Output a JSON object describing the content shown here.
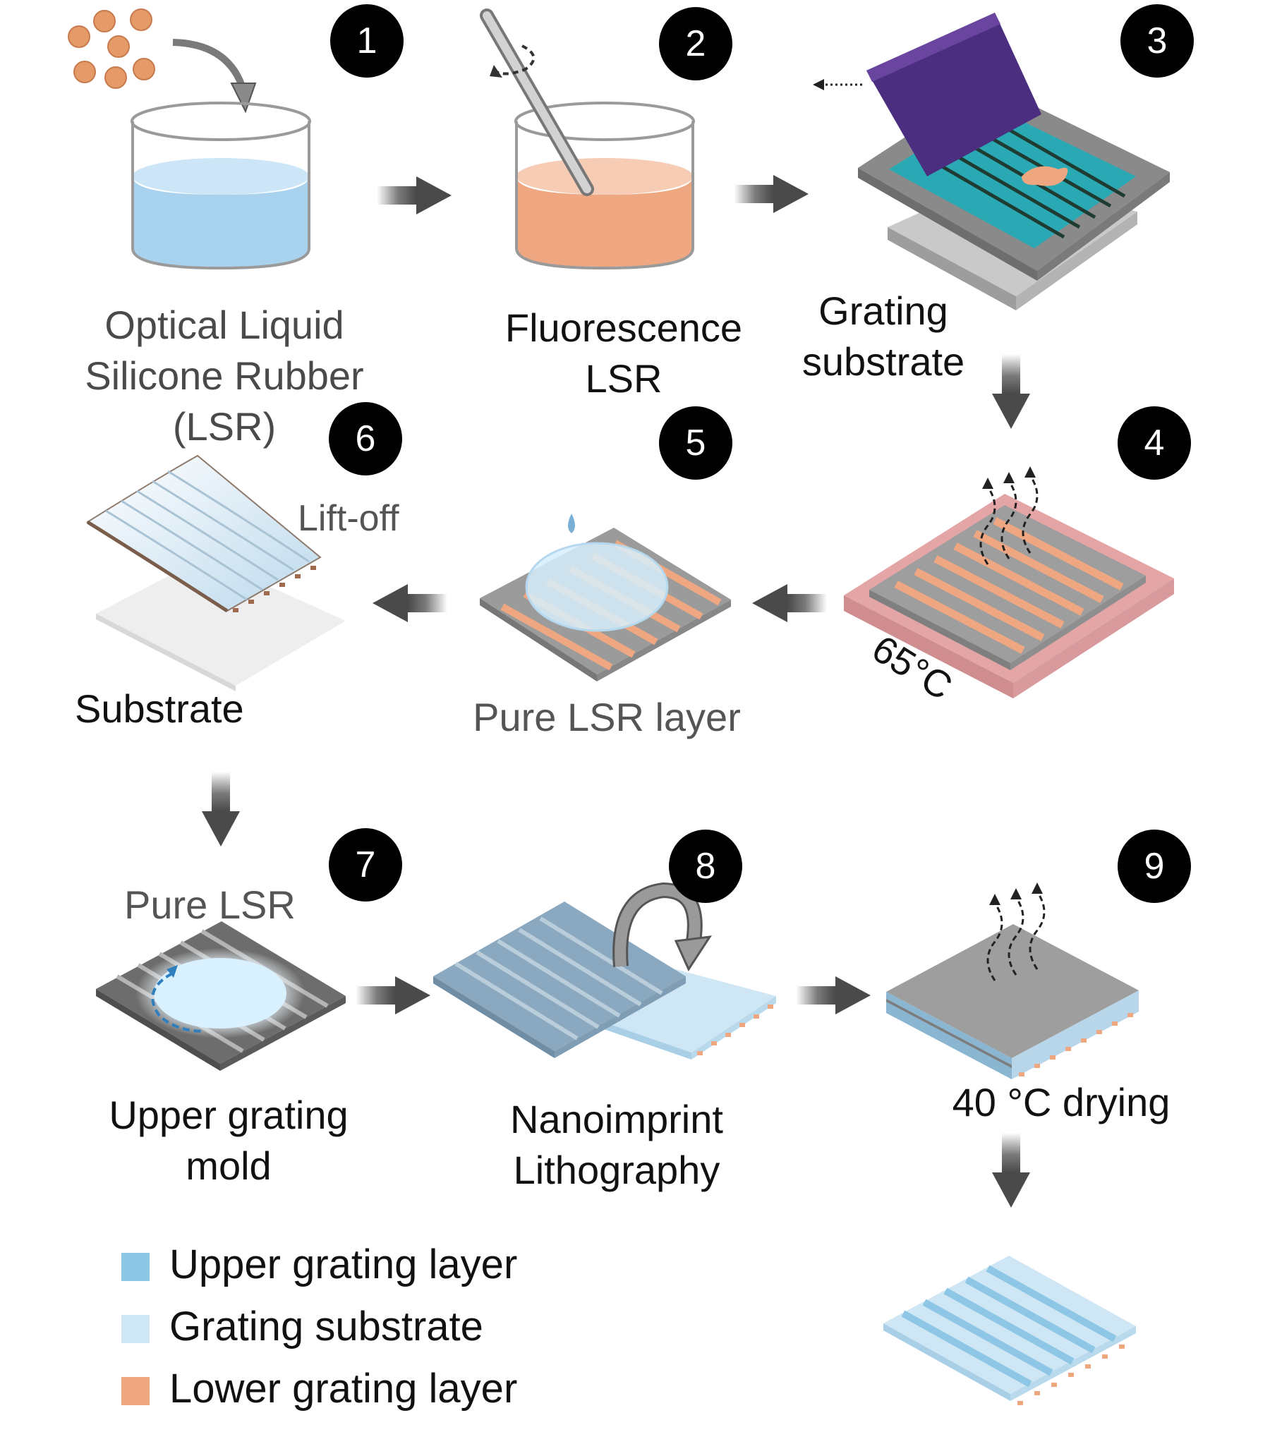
{
  "steps": [
    {
      "number": "1",
      "label_lines": [
        "Optical Liquid",
        "Silicone Rubber",
        "(LSR)"
      ]
    },
    {
      "number": "2",
      "label_lines": [
        "Fluorescence",
        "LSR"
      ]
    },
    {
      "number": "3",
      "label_lines": [
        "Grating",
        "substrate"
      ]
    },
    {
      "number": "4",
      "label_lines": [
        "65°C"
      ]
    },
    {
      "number": "5",
      "label_lines": [
        "Pure LSR layer"
      ]
    },
    {
      "number": "6",
      "label_lines": [
        "Lift-off",
        "Substrate"
      ]
    },
    {
      "number": "7",
      "label_lines": [
        "Pure LSR",
        "Upper grating",
        "mold"
      ]
    },
    {
      "number": "8",
      "label_lines": [
        "Nanoimprint",
        "Lithography"
      ]
    },
    {
      "number": "9",
      "label_lines": [
        "40 °C drying"
      ]
    }
  ],
  "legend": [
    {
      "label": "Upper grating layer",
      "color": "#8ec6e6"
    },
    {
      "label": "Grating substrate",
      "color": "#cfe6f4"
    },
    {
      "label": "Lower grating layer",
      "color": "#efa781"
    }
  ],
  "colors": {
    "badge": "#000000",
    "blue_liquid": "#a9d2ef",
    "orange_liquid": "#efa781",
    "cyan_substrate": "#2aa9b5",
    "purple_squeegee": "#5b3589",
    "hot_plate": "#e4a5a7",
    "dark_grating": "#6d6d6d"
  }
}
